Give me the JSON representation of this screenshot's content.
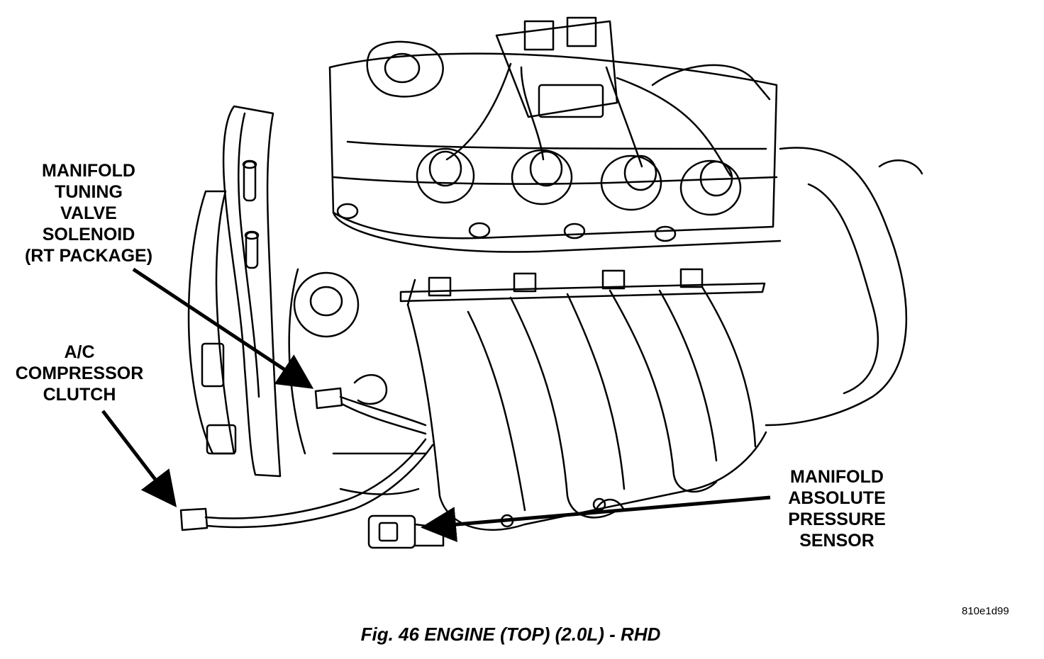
{
  "callouts": {
    "manifold_tuning_valve": [
      "MANIFOLD",
      "TUNING",
      "VALVE",
      "SOLENOID",
      "(RT PACKAGE)"
    ],
    "ac_compressor_clutch": [
      "A/C",
      "COMPRESSOR",
      "CLUTCH"
    ],
    "map_sensor": [
      "MANIFOLD",
      "ABSOLUTE",
      "PRESSURE",
      "SENSOR"
    ]
  },
  "caption": "Fig. 46 ENGINE (TOP) (2.0L) - RHD",
  "figure_id": "810e1d99",
  "colors": {
    "ink": "#000000",
    "paper": "#ffffff"
  }
}
